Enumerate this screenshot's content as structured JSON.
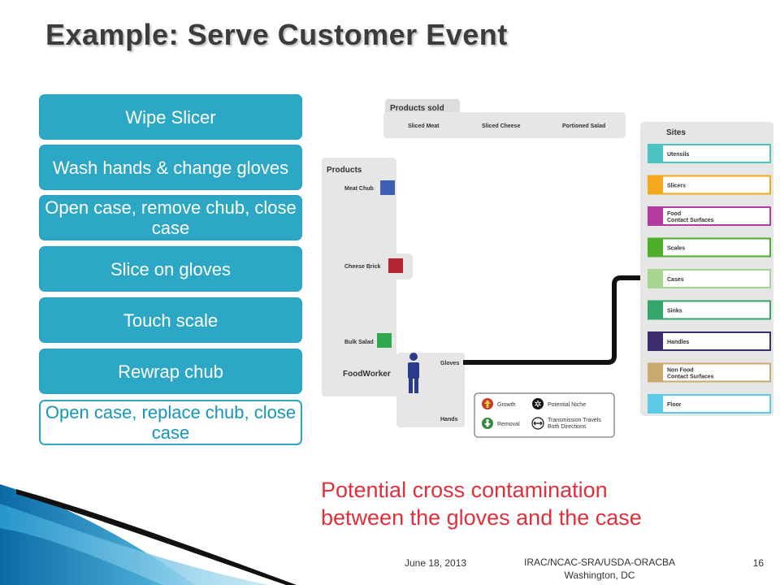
{
  "title": "Example: Serve Customer Event",
  "steps": [
    {
      "label": "Wipe Slicer"
    },
    {
      "label": "Wash hands & change gloves"
    },
    {
      "label": "Open case, remove chub, close case"
    },
    {
      "label": "Slice on gloves"
    },
    {
      "label": "Touch scale"
    },
    {
      "label": "Rewrap chub"
    },
    {
      "label": "Open case, replace chub, close case"
    }
  ],
  "diagram": {
    "products_sold": {
      "heading": "Products sold",
      "items": [
        "Sliced Meat",
        "Sliced Cheese",
        "Portioned Salad"
      ]
    },
    "products": {
      "heading": "Products",
      "items": [
        {
          "label": "Meat Chub",
          "color": "#3f5fb0"
        },
        {
          "label": "Cheese Brick",
          "color": "#b32631"
        },
        {
          "label": "Bulk Salad",
          "color": "#2fa84f"
        }
      ]
    },
    "foodworker": {
      "label": "FoodWorker",
      "gloves": "Gloves",
      "hands": "Hands"
    },
    "sites": {
      "heading": "Sites",
      "items": [
        {
          "label": "Utensils",
          "color": "#4cc3c2"
        },
        {
          "label": "Slicers",
          "color": "#f4a81c"
        },
        {
          "label": "Food",
          "label2": "Contact Surfaces",
          "color": "#b23aa0"
        },
        {
          "label": "Scales",
          "color": "#4fae2a"
        },
        {
          "label": "Cases",
          "color": "#a7d590"
        },
        {
          "label": "Sinks",
          "color": "#34a56b"
        },
        {
          "label": "Handles",
          "color": "#3d2c6e"
        },
        {
          "label": "Non Food",
          "label2": "Contact Surfaces",
          "color": "#c9aa6e"
        },
        {
          "label": "Floor",
          "color": "#5ccbe8"
        }
      ]
    },
    "legend": {
      "growth": "Growth",
      "removal": "Removal",
      "niche": "Potential Niche",
      "transmission1": "Transmission Travels",
      "transmission2": "Both Directions"
    }
  },
  "caption": {
    "line1": "Potential cross contamination",
    "line2": "between the gloves and the case"
  },
  "footer": {
    "date": "June 18, 2013",
    "org1": "IRAC/NCAC-SRA/USDA-ORACBA",
    "org2": "Washington, DC",
    "page": "16"
  }
}
